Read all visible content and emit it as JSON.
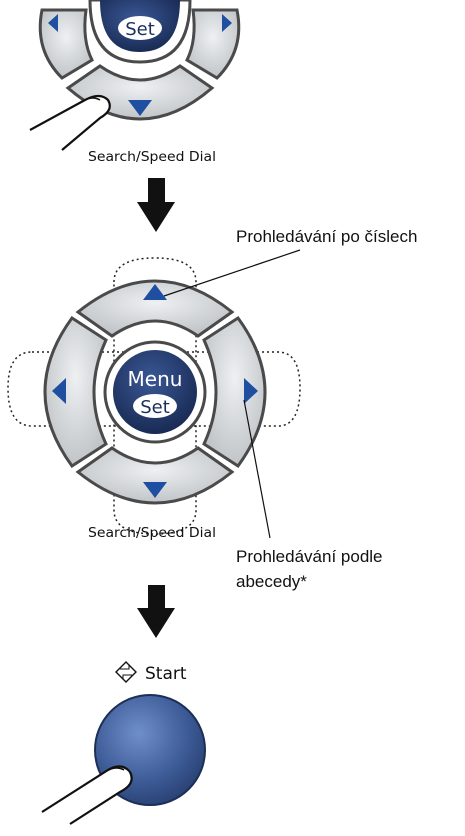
{
  "section1": {
    "set_label": "Set",
    "search_speed_dial_label": "Search/Speed Dial"
  },
  "section2": {
    "menu_label": "Menu",
    "set_label": "Set",
    "search_speed_dial_label": "Search/Speed Dial",
    "callout_numeric": "Prohledávání po číslech",
    "callout_alphabetic_line1": "Prohledávání podle",
    "callout_alphabetic_line2": "abecedy*"
  },
  "section3": {
    "start_label": "Start"
  },
  "colors": {
    "key_gray": "#d3d6d9",
    "key_stroke": "#4a4a4a",
    "arrow_blue": "#1f4fa0",
    "set_navy": "#1b2f5c",
    "start_blue": "#3c5a95",
    "black_arrow": "#111111"
  },
  "icons": [
    "finger-press-icon",
    "down-arrow-icon",
    "start-diamond-icon"
  ]
}
